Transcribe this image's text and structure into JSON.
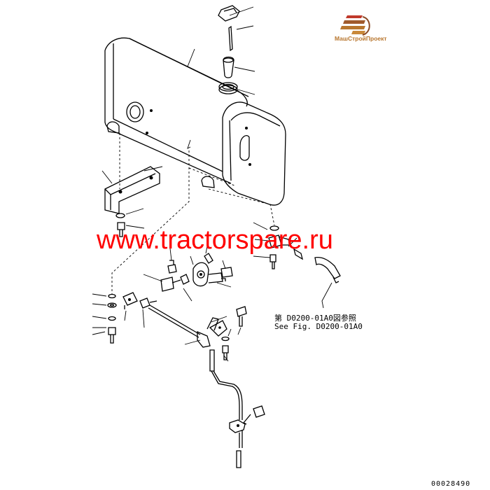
{
  "watermark": {
    "text": "www.tractorspare.ru",
    "color": "#ff0000"
  },
  "logo": {
    "text": "МашСтройПроект",
    "color": "#b8762e"
  },
  "reference": {
    "jp": "第 D0200-01A0図参照",
    "en": "See Fig. D0200-01A0"
  },
  "drawing_number": "00028490"
}
